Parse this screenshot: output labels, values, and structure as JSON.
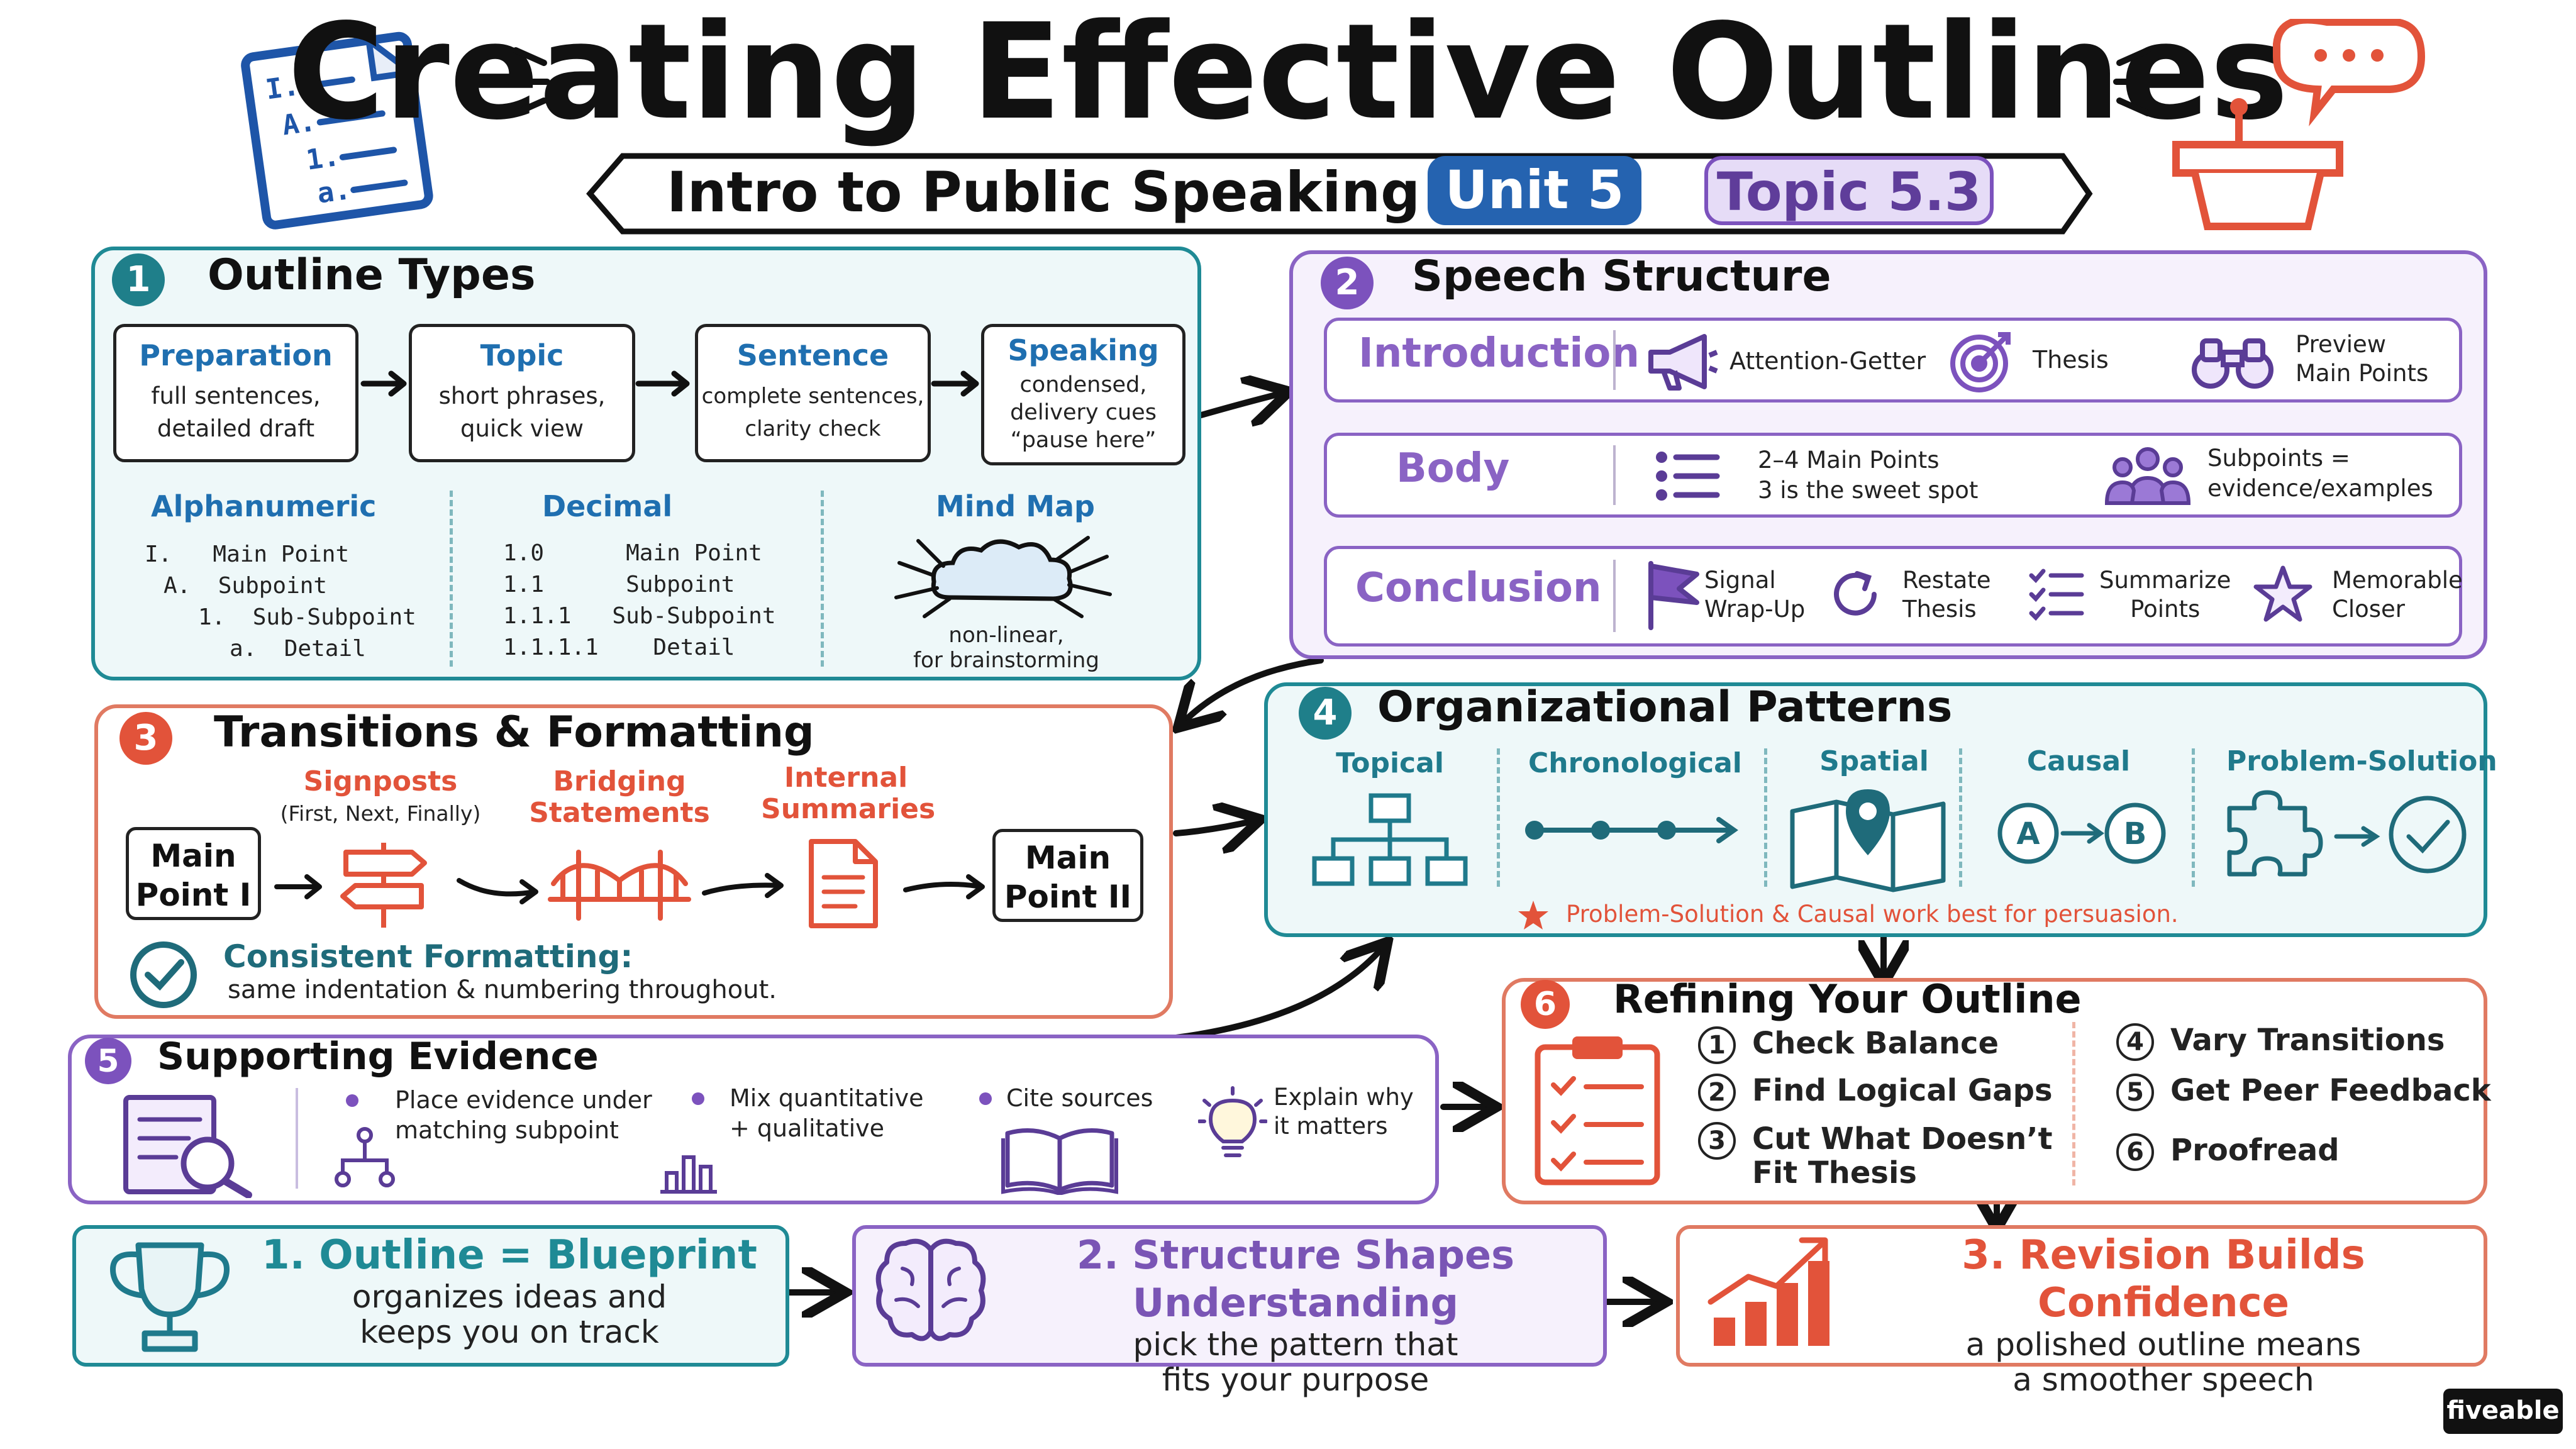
{
  "header": {
    "title": "Creating Effective Outlines",
    "subtitle": "Intro to Public Speaking",
    "unit_badge": "Unit 5",
    "topic_badge": "Topic 5.3"
  },
  "colors": {
    "teal": "#1f8a95",
    "purple": "#8a63c4",
    "coral": "#e2533a",
    "blue": "#2563b0"
  },
  "sections": {
    "outline_types": {
      "number": "1",
      "title": "Outline Types",
      "cards": [
        {
          "title": "Preparation",
          "lines": [
            "full sentences,",
            "detailed draft"
          ]
        },
        {
          "title": "Topic",
          "lines": [
            "short phrases,",
            "quick view"
          ]
        },
        {
          "title": "Sentence",
          "lines": [
            "complete sentences,",
            "clarity check"
          ]
        },
        {
          "title": "Speaking",
          "lines": [
            "condensed,",
            "delivery cues",
            "“pause here”"
          ]
        }
      ],
      "formats": [
        {
          "title": "Alphanumeric",
          "lines": [
            [
              "I.",
              "Main Point"
            ],
            [
              "A.",
              "Subpoint"
            ],
            [
              "1.",
              "Sub-Subpoint"
            ],
            [
              "a.",
              "Detail"
            ]
          ]
        },
        {
          "title": "Decimal",
          "lines": [
            [
              "1.0",
              "Main Point"
            ],
            [
              "1.1",
              "Subpoint"
            ],
            [
              "1.1.1",
              "Sub-Subpoint"
            ],
            [
              "1.1.1.1",
              "Detail"
            ]
          ]
        },
        {
          "title": "Mind Map",
          "caption": [
            "non-linear,",
            "for brainstorming"
          ]
        }
      ]
    },
    "speech_structure": {
      "number": "2",
      "title": "Speech Structure",
      "rows": [
        {
          "label": "Introduction",
          "items": [
            {
              "icon": "megaphone-icon",
              "text": [
                "Attention-Getter"
              ]
            },
            {
              "icon": "target-icon",
              "text": [
                "Thesis"
              ]
            },
            {
              "icon": "binoculars-icon",
              "text": [
                "Preview",
                "Main Points"
              ]
            }
          ]
        },
        {
          "label": "Body",
          "items": [
            {
              "icon": "list-icon",
              "text": [
                "2–4 Main Points",
                "3 is the sweet spot"
              ]
            },
            {
              "icon": "people-icon",
              "text": [
                "Subpoints =",
                "evidence/examples"
              ]
            }
          ]
        },
        {
          "label": "Conclusion",
          "items": [
            {
              "icon": "flag-icon",
              "text": [
                "Signal",
                "Wrap-Up"
              ]
            },
            {
              "icon": "refresh-icon",
              "text": [
                "Restate",
                "Thesis"
              ]
            },
            {
              "icon": "checklist-icon",
              "text": [
                "Summarize",
                "Points"
              ]
            },
            {
              "icon": "star-icon",
              "text": [
                "Memorable",
                "Closer"
              ]
            }
          ]
        }
      ]
    },
    "transitions": {
      "number": "3",
      "title": "Transitions & Formatting",
      "start": [
        "Main",
        "Point I"
      ],
      "end": [
        "Main",
        "Point II"
      ],
      "types": [
        {
          "title": [
            "Signposts"
          ],
          "note": "(First, Next, Finally)"
        },
        {
          "title": [
            "Bridging",
            "Statements"
          ]
        },
        {
          "title": [
            "Internal",
            "Summaries"
          ]
        }
      ],
      "formatting_title": "Consistent Formatting:",
      "formatting_text": "same indentation & numbering throughout."
    },
    "patterns": {
      "number": "4",
      "title": "Organizational Patterns",
      "items": [
        "Topical",
        "Chronological",
        "Spatial",
        "Causal",
        "Problem-Solution"
      ],
      "causal_a": "A",
      "causal_b": "B",
      "note": "Problem-Solution & Causal work best for persuasion."
    },
    "evidence": {
      "number": "5",
      "title": "Supporting Evidence",
      "items": [
        {
          "lines": [
            "Place evidence under",
            "matching subpoint"
          ]
        },
        {
          "lines": [
            "Mix quantitative",
            "+ qualitative"
          ]
        },
        {
          "lines": [
            "Cite sources"
          ]
        },
        {
          "lines": [
            "Explain why",
            "it matters"
          ]
        }
      ]
    },
    "refining": {
      "number": "6",
      "title": "Refining Your Outline",
      "steps": [
        {
          "n": "1",
          "lines": [
            "Check Balance"
          ]
        },
        {
          "n": "2",
          "lines": [
            "Find Logical Gaps"
          ]
        },
        {
          "n": "3",
          "lines": [
            "Cut What Doesn’t",
            "Fit Thesis"
          ]
        },
        {
          "n": "4",
          "lines": [
            "Vary Transitions"
          ]
        },
        {
          "n": "5",
          "lines": [
            "Get Peer Feedback"
          ]
        },
        {
          "n": "6",
          "lines": [
            "Proofread"
          ]
        }
      ]
    }
  },
  "summary": [
    {
      "title": "1. Outline = Blueprint",
      "lines": [
        "organizes ideas and",
        "keeps you on track"
      ]
    },
    {
      "title": "2. Structure Shapes Understanding",
      "lines": [
        "pick the pattern that",
        "fits your purpose"
      ]
    },
    {
      "title": "3. Revision Builds Confidence",
      "lines": [
        "a polished outline means",
        "a smoother speech"
      ]
    }
  ],
  "brand": "fiveable"
}
